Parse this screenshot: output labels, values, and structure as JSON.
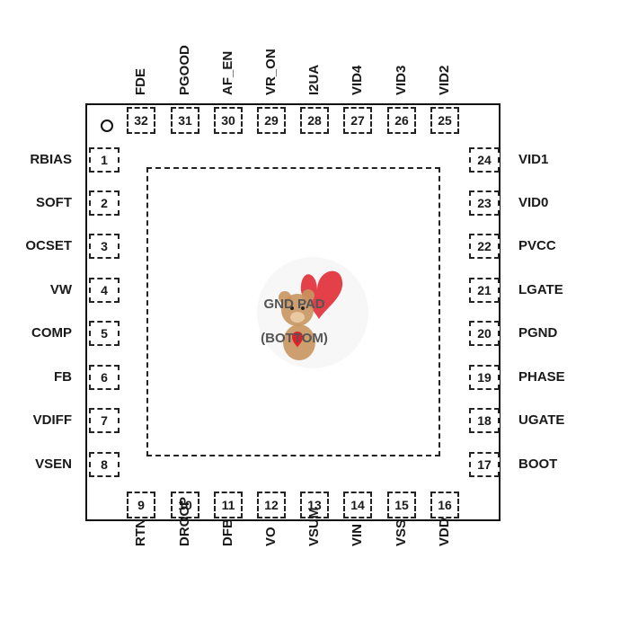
{
  "center_pad": {
    "line1": "GND PAD",
    "line2": "(BOTTOM)"
  },
  "pins": {
    "left": [
      {
        "num": "1",
        "name": "RBIAS"
      },
      {
        "num": "2",
        "name": "SOFT"
      },
      {
        "num": "3",
        "name": "OCSET"
      },
      {
        "num": "4",
        "name": "VW"
      },
      {
        "num": "5",
        "name": "COMP"
      },
      {
        "num": "6",
        "name": "FB"
      },
      {
        "num": "7",
        "name": "VDIFF"
      },
      {
        "num": "8",
        "name": "VSEN"
      }
    ],
    "bottom": [
      {
        "num": "9",
        "name": "RTN"
      },
      {
        "num": "10",
        "name": "DROOP"
      },
      {
        "num": "11",
        "name": "DFB"
      },
      {
        "num": "12",
        "name": "VO"
      },
      {
        "num": "13",
        "name": "VSUM"
      },
      {
        "num": "14",
        "name": "VIN"
      },
      {
        "num": "15",
        "name": "VSS"
      },
      {
        "num": "16",
        "name": "VDD"
      }
    ],
    "right": [
      {
        "num": "17",
        "name": "BOOT"
      },
      {
        "num": "18",
        "name": "UGATE"
      },
      {
        "num": "19",
        "name": "PHASE"
      },
      {
        "num": "20",
        "name": "PGND"
      },
      {
        "num": "21",
        "name": "LGATE"
      },
      {
        "num": "22",
        "name": "PVCC"
      },
      {
        "num": "23",
        "name": "VID0"
      },
      {
        "num": "24",
        "name": "VID1"
      }
    ],
    "top": [
      {
        "num": "25",
        "name": "VID2"
      },
      {
        "num": "26",
        "name": "VID3"
      },
      {
        "num": "27",
        "name": "VID4"
      },
      {
        "num": "28",
        "name": "I2UA"
      },
      {
        "num": "29",
        "name": "VR_ON"
      },
      {
        "num": "30",
        "name": "AF_EN"
      },
      {
        "num": "31",
        "name": "PGOOD"
      },
      {
        "num": "32",
        "name": "FDE"
      }
    ]
  },
  "colors": {
    "outline": "#111111",
    "text": "#1a1a1a",
    "watermark_heart": "#e0202a"
  }
}
